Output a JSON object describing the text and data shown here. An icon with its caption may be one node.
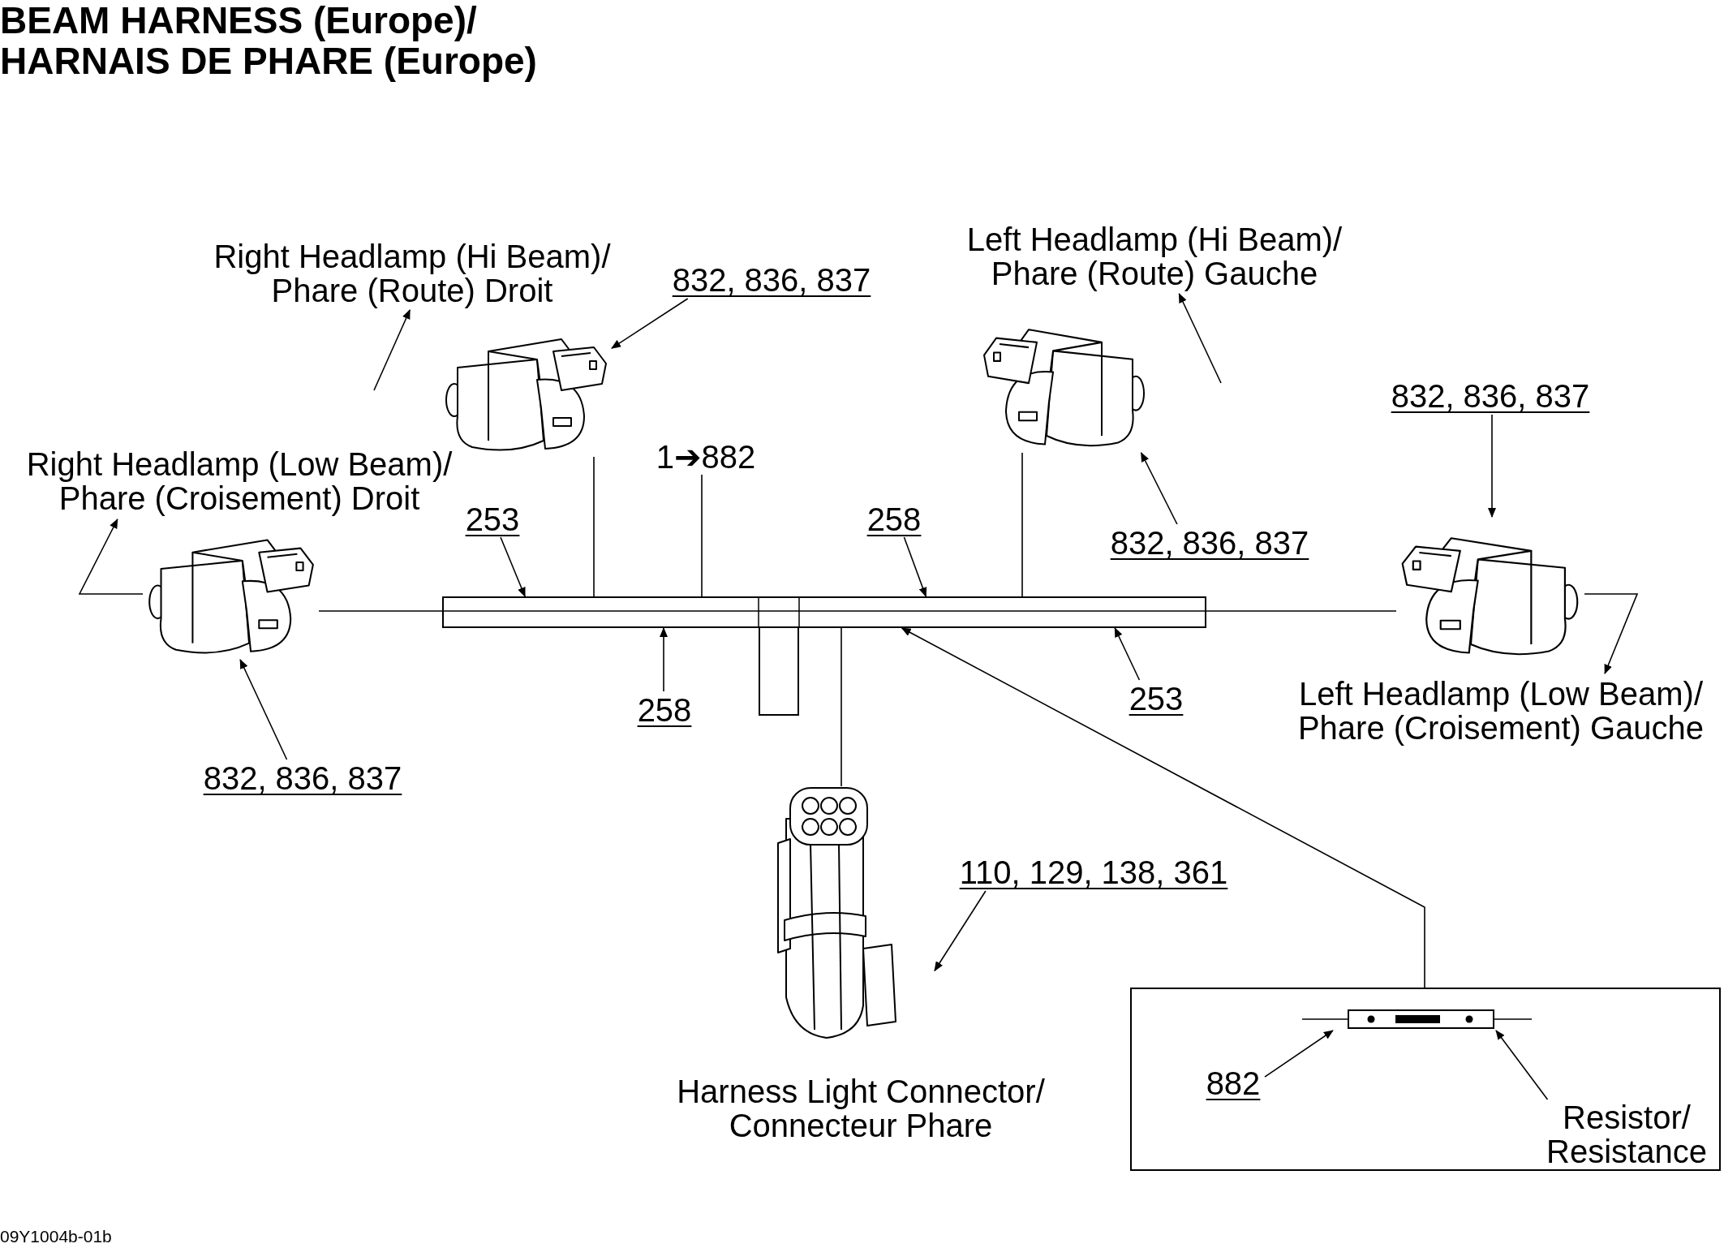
{
  "diagram": {
    "title": "BEAM HARNESS (Europe)/ HARNAIS DE PHARE (Europe)",
    "nodes": [
      {
        "text": [],
        "shape": "bar"
      },
      {
        "text": [],
        "shape": "picture"
      },
      {
        "text": [],
        "shape": "picture"
      },
      {
        "text": [],
        "shape": "picture"
      },
      {
        "text": [],
        "shape": "picture"
      },
      {
        "text": [],
        "shape": "picture",
        "beside": [
          "Harness Light Connector/ Connecteur Phare"
        ]
      },
      {
        "text": [],
        "shape": "box"
      },
      {
        "text": [],
        "shape": "picture",
        "in": 6
      },
      {
        "text": [
          "Right Headlamp (Hi Beam)/ Phare (Route) Droit"
        ]
      },
      {
        "text": [
          "832, 836, 837"
        ]
      },
      {
        "text": [
          "Right Headlamp (Low Beam)/ Phare (Croisement) Droit"
        ]
      },
      {
        "text": [
          "253"
        ]
      },
      {
        "text": [
          "1➔882"
        ]
      },
      {
        "text": [
          "258"
        ]
      },
      {
        "text": [
          "Left Headlamp (Hi Beam)/ Phare (Route) Gauche"
        ]
      },
      {
        "text": [
          "832, 836, 837"
        ]
      },
      {
        "text": [
          "832, 836, 837"
        ]
      },
      {
        "text": [
          "832, 836, 837"
        ]
      },
      {
        "text": [
          "258"
        ]
      },
      {
        "text": [
          "253"
        ]
      },
      {
        "text": [
          "Left Headlamp (Low Beam)/ Phare (Croisement) Gauche"
        ]
      },
      {
        "text": [
          "110, 129, 138, 361"
        ]
      },
      {
        "text": [
          "882"
        ],
        "in": 6
      },
      {
        "text": [
          "Resistor/ Resistance"
        ],
        "in": 6
      }
    ],
    "edges": [
      {
        "from": 11,
        "to": 0,
        "arrow": "to"
      },
      {
        "from": 13,
        "to": 0,
        "arrow": "to"
      },
      {
        "from": 18,
        "to": 0,
        "arrow": "to"
      },
      {
        "from": 19,
        "to": 0,
        "arrow": "to"
      },
      {
        "from": 12,
        "to": 0,
        "arrow": "none"
      },
      {
        "from": 9,
        "to": 1,
        "arrow": "to"
      },
      {
        "from": null,
        "to": 8,
        "arrow": "to"
      },
      {
        "from": 2,
        "to": 10,
        "arrow": "to"
      },
      {
        "from": 17,
        "to": 2,
        "arrow": "to"
      },
      {
        "from": null,
        "to": 14,
        "arrow": "to"
      },
      {
        "from": 16,
        "to": 3,
        "arrow": "to"
      },
      {
        "from": 15,
        "to": 4,
        "arrow": "to"
      },
      {
        "from": 4,
        "to": 20,
        "arrow": "to"
      },
      {
        "from": 21,
        "to": 5,
        "arrow": "to"
      },
      {
        "from": 22,
        "to": 7,
        "arrow": "to"
      },
      {
        "from": 23,
        "to": 7,
        "arrow": "to"
      },
      {
        "from": 0,
        "to": 1,
        "arrow": "none"
      },
      {
        "from": 0,
        "to": 2,
        "arrow": "none"
      },
      {
        "from": 0,
        "to": 3,
        "arrow": "none"
      },
      {
        "from": 0,
        "to": 4,
        "arrow": "none"
      },
      {
        "from": 0,
        "to": 5,
        "arrow": "none"
      },
      {
        "from": 6,
        "to": 0,
        "arrow": "to"
      }
    ],
    "labels": [
      "09Y1004b-01b"
    ]
  }
}
